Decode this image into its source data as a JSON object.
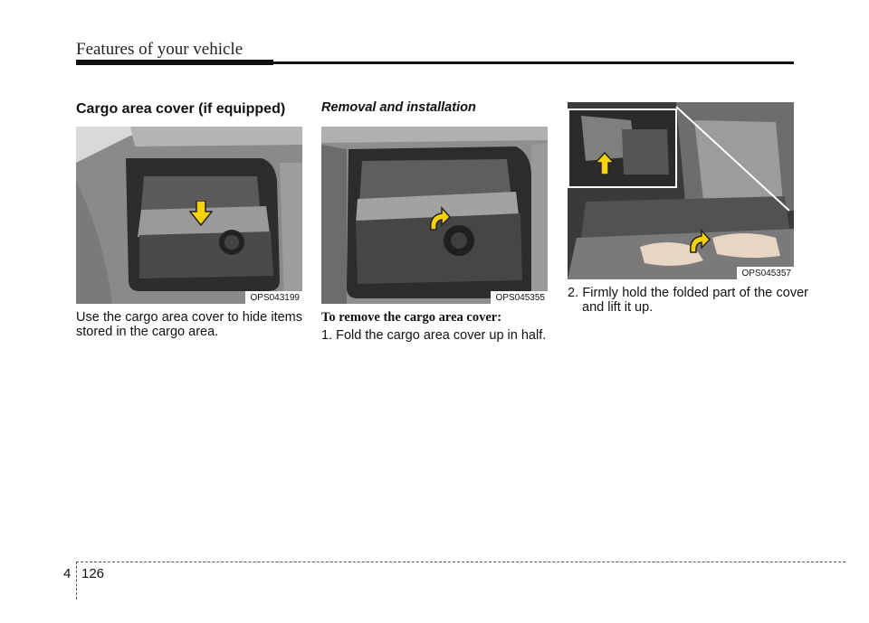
{
  "header": {
    "title": "Features of your vehicle"
  },
  "section": {
    "heading": "Cargo area cover (if equipped)"
  },
  "subsection": {
    "heading": "Removal and installation"
  },
  "figures": [
    {
      "caption": "OPS043199",
      "arrow": "arrow-down-icon"
    },
    {
      "caption": "OPS045355",
      "arrow": "curved-arrow-icon"
    },
    {
      "caption": "OPS045357",
      "arrow": "arrow-up-icon"
    }
  ],
  "paragraphs": {
    "intro": "Use the cargo area cover to hide items stored in the cargo area."
  },
  "procedure": {
    "heading": "To remove the cargo area cover:",
    "steps": [
      "1. Fold the cargo area cover up in half.",
      "2. Firmly hold the folded part of the cover and lift it up."
    ]
  },
  "footer": {
    "chapter": "4",
    "page": "126"
  },
  "colors": {
    "arrow_fill": "#f5d20a",
    "text": "#111111"
  }
}
